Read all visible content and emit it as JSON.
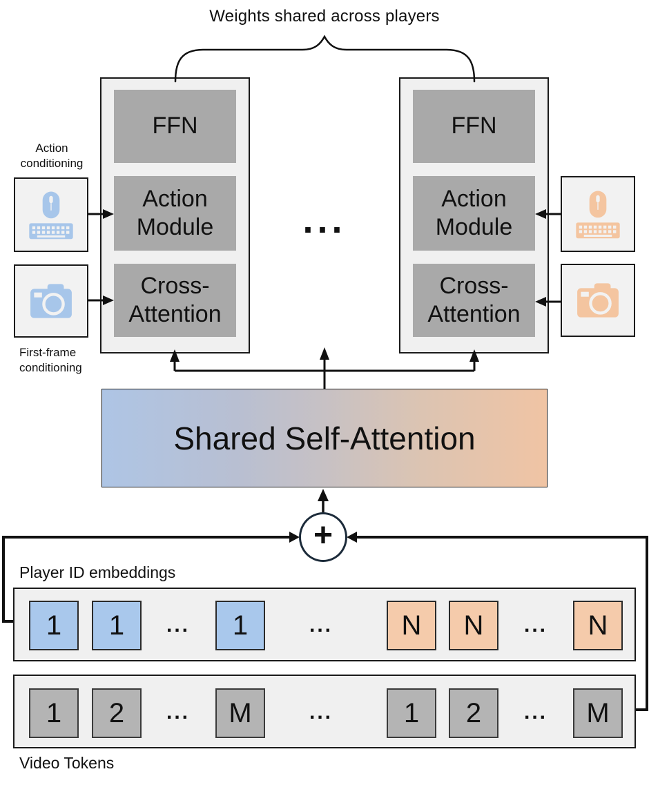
{
  "title": "Weights shared across players",
  "blocks": {
    "left": {
      "modules": [
        "FFN",
        "Action Module",
        "Cross-Attention"
      ]
    },
    "right": {
      "modules": [
        "FFN",
        "Action Module",
        "Cross-Attention"
      ]
    },
    "ellipsis": "..."
  },
  "labels": {
    "action_conditioning": "Action conditioning",
    "first_frame_conditioning": "First-frame conditioning",
    "player_id_embeddings": "Player ID embeddings",
    "video_tokens": "Video Tokens"
  },
  "self_attention": {
    "label": "Shared Self-Attention"
  },
  "plus": "+",
  "rows": {
    "player_ids": [
      "1",
      "1",
      "...",
      "1",
      "...",
      "N",
      "N",
      "...",
      "N"
    ],
    "video": [
      "1",
      "2",
      "...",
      "M",
      "...",
      "1",
      "2",
      "...",
      "M"
    ]
  },
  "icons": {
    "left_action": "mouse-keyboard-icon",
    "left_frame": "camera-icon",
    "right_action": "mouse-keyboard-icon",
    "right_frame": "camera-icon"
  },
  "colors": {
    "player1_blue": "#a9c8ec",
    "playerN_orange": "#f5cbab",
    "video_token_grey": "#b4b4b4",
    "module_grey": "#a9a9a9",
    "container_grey": "#f0f0f0",
    "gradient_left": "#aec5e5",
    "gradient_right": "#f0c4a4",
    "line_black": "#111111",
    "plus_circle_border": "#1c2b3a"
  }
}
